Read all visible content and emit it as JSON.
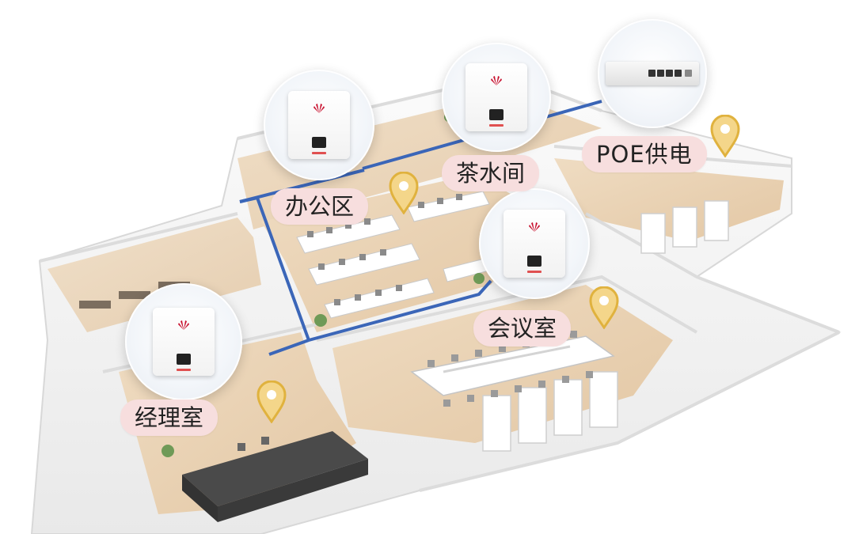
{
  "zones": {
    "office": "办公区",
    "tea_room": "茶水间",
    "poe": "POE供电",
    "meeting_room": "会议室",
    "manager_room": "经理室"
  },
  "colors": {
    "label_bg": "#f7dede",
    "network_line": "#3b66b8",
    "pin_gold": "#e8b83c",
    "floor": "#e9d3b6",
    "wall": "#f4f4f4"
  },
  "icons": [
    "access-point-icon",
    "poe-switch-icon",
    "location-pin-icon"
  ]
}
